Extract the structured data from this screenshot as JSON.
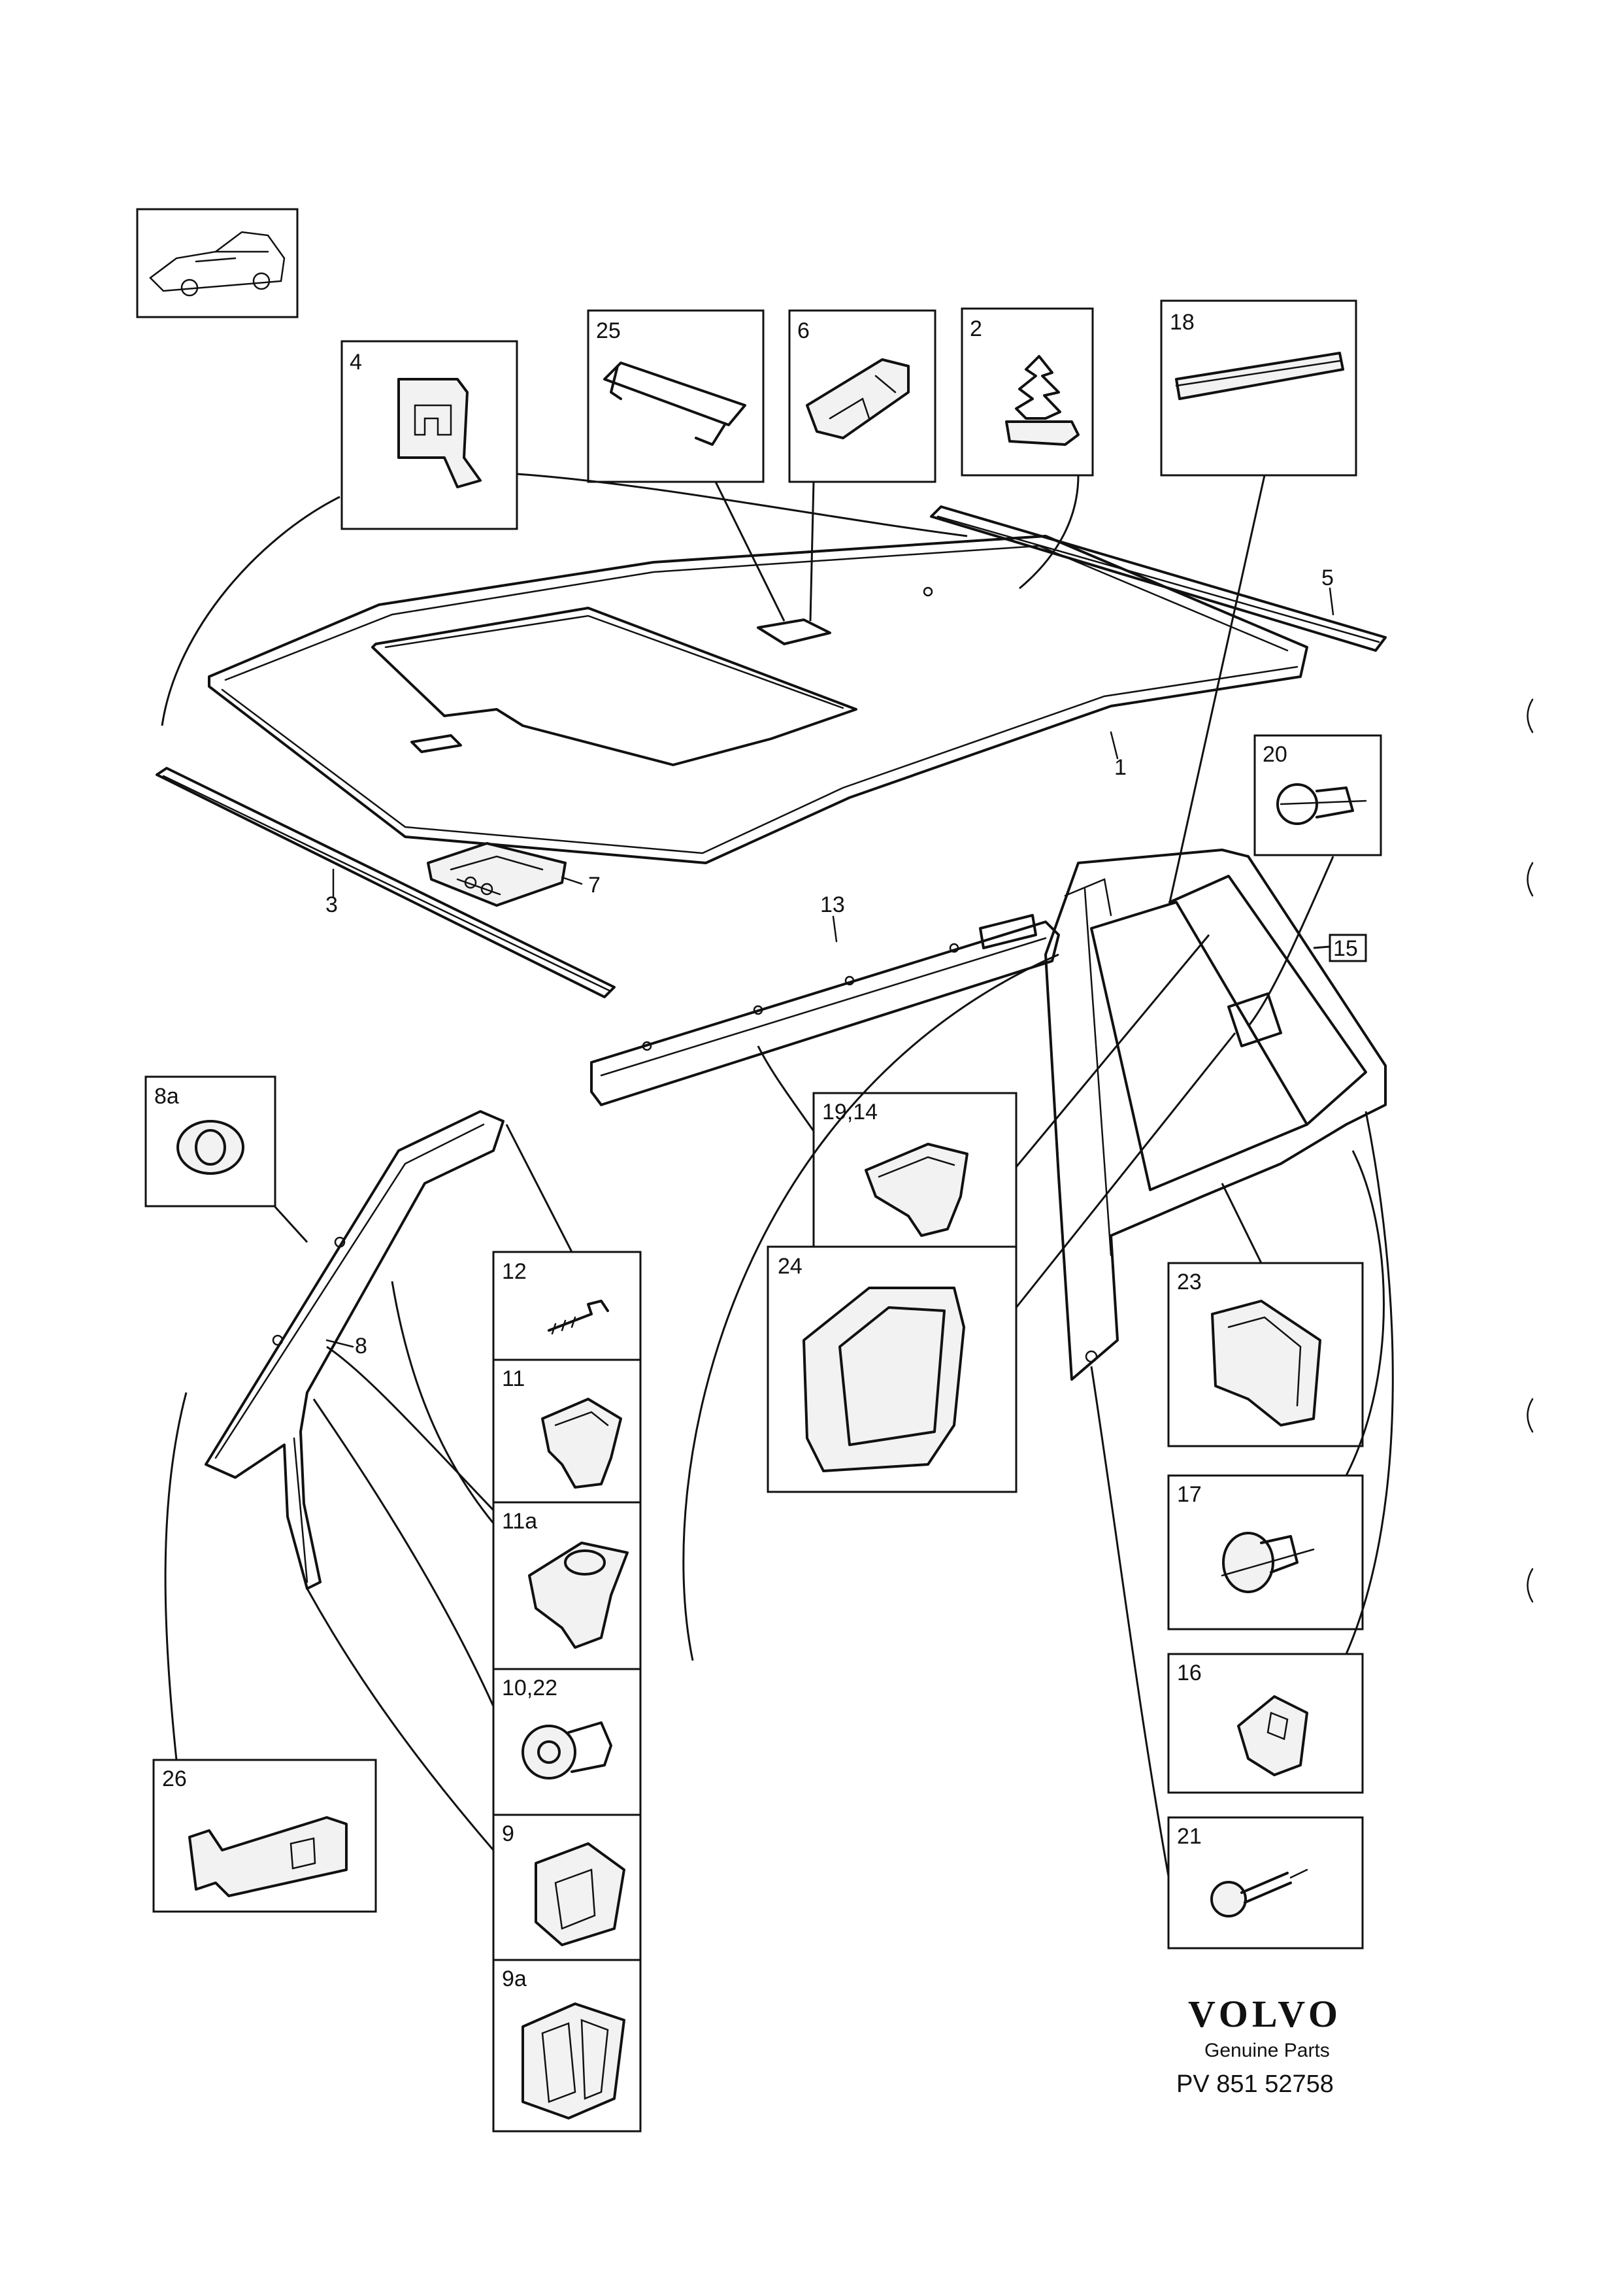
{
  "callouts": [
    {
      "id": "c4",
      "text": "4"
    },
    {
      "id": "c25",
      "text": "25"
    },
    {
      "id": "c6",
      "text": "6"
    },
    {
      "id": "c2",
      "text": "2"
    },
    {
      "id": "c18",
      "text": "18"
    },
    {
      "id": "c20",
      "text": "20"
    },
    {
      "id": "c15",
      "text": "15"
    },
    {
      "id": "c8a",
      "text": "8a"
    },
    {
      "id": "c1914",
      "text": "19,14"
    },
    {
      "id": "c24",
      "text": "24"
    },
    {
      "id": "c12",
      "text": "12"
    },
    {
      "id": "c11",
      "text": "11"
    },
    {
      "id": "c11a",
      "text": "11a"
    },
    {
      "id": "c1022",
      "text": "10,22"
    },
    {
      "id": "c9",
      "text": "9"
    },
    {
      "id": "c9a",
      "text": "9a"
    },
    {
      "id": "c26",
      "text": "26"
    },
    {
      "id": "c23",
      "text": "23"
    },
    {
      "id": "c17",
      "text": "17"
    },
    {
      "id": "c16",
      "text": "16"
    },
    {
      "id": "c21",
      "text": "21"
    }
  ],
  "part_labels": [
    {
      "id": "p1",
      "text": "1"
    },
    {
      "id": "p3",
      "text": "3"
    },
    {
      "id": "p5",
      "text": "5"
    },
    {
      "id": "p7",
      "text": "7"
    },
    {
      "id": "p8",
      "text": "8"
    },
    {
      "id": "p13",
      "text": "13"
    }
  ],
  "brand": {
    "logo": "VOLVO",
    "subtitle": "Genuine Parts",
    "part_number": "PV 851 52758"
  },
  "colors": {
    "ink": "#111111",
    "paper": "#ffffff"
  }
}
